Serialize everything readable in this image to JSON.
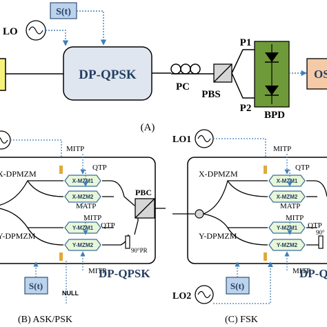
{
  "colors": {
    "signal_box_fill": "#bcd3ec",
    "signal_box_stroke": "#2f4f7a",
    "dpqpsk_fill": "#dfe6ef",
    "bpd_fill": "#6f9a3a",
    "os_fill": "#f5cba7",
    "laser_fill": "#f6f27a",
    "mzm_fill": "#e8f7d8",
    "mzm_stroke": "#3c6e9c",
    "dotted_blue": "#3f7fb8",
    "navy_text": "#243f63",
    "black": "#000000",
    "electrode": "#e0a93a"
  },
  "panel_a": {
    "signal_label": "S(t)",
    "lo_label": "LO",
    "modulator_label": "DP-QPSK",
    "pc_label": "PC",
    "pbs_label": "PBS",
    "p1_label": "P1",
    "p2_label": "P2",
    "bpd_label": "BPD",
    "os_label": "OS",
    "caption": "(A)"
  },
  "panel_b": {
    "x_dpmzm_label": "X-DPMZM",
    "y_dpmzm_label": "Y-DPMZM",
    "mitp_top": "MITP",
    "qtp_top": "QTP",
    "matp": "MATP",
    "mitp_mid": "MITP",
    "qtp_bottom": "QTP",
    "mitp_bottom": "MITP",
    "null_label": "NULL",
    "pbc_label": "PBC",
    "pr_label": "90°PR",
    "x_mzm1": "X-MZM1",
    "x_mzm2": "X-MZM2",
    "y_mzm1": "Y-MZM1",
    "y_mzm2": "Y-MZM2",
    "signal_label": "S(t)",
    "footer_label": "DP-QPSK",
    "caption": "(B)  ASK/PSK"
  },
  "panel_c": {
    "lo1_label": "LO1",
    "lo2_label": "LO2",
    "x_dpmzm_label": "X-DPMZM",
    "y_dpmzm_label": "Y-DPMZM",
    "mitp_top": "MITP",
    "qtp_top": "QTP",
    "matp": "MATP",
    "mitp_mid": "MITP",
    "qtp_bottom": "QTP",
    "mitp_bottom": "MITP",
    "pr_label": "90°",
    "x_mzm1": "X-MZM1",
    "x_mzm2": "X-MZM2",
    "y_mzm1": "Y-MZM1",
    "y_mzm2": "Y-MZM2",
    "signal_label": "S(t)",
    "footer_label": "DP-Q",
    "caption": "(C)  FSK"
  }
}
